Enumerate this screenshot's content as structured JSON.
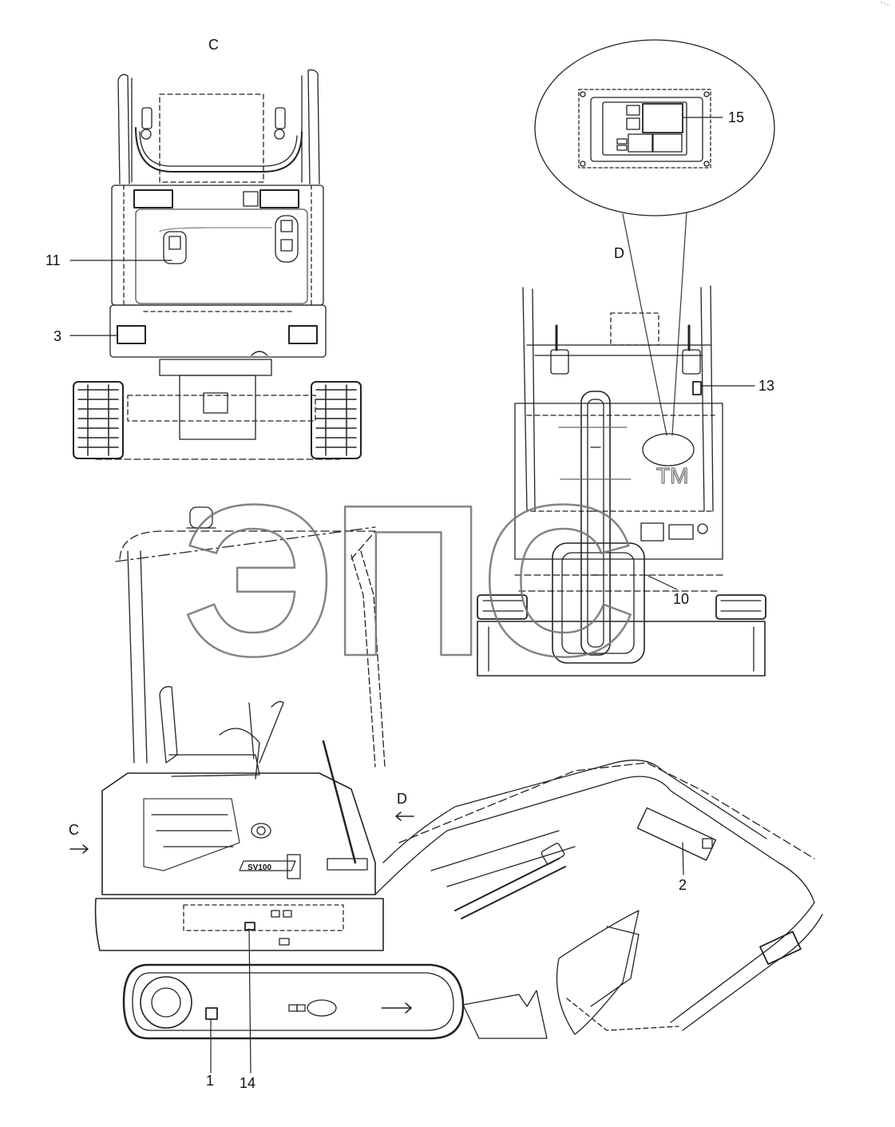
{
  "views": {
    "rear_view_label": "C",
    "front_view_label": "D"
  },
  "callouts": {
    "c1": "1",
    "c2": "2",
    "c3": "3",
    "c10": "10",
    "c11": "11",
    "c13": "13",
    "c14": "14",
    "c15": "15"
  },
  "arrows": {
    "left_arrow_label": "C",
    "right_arrow_label": "D"
  },
  "model_badge": "SV100",
  "watermark": {
    "text": "ЭПС",
    "tm": "TM"
  },
  "corner_note": "◦◦ ◦◦◦"
}
